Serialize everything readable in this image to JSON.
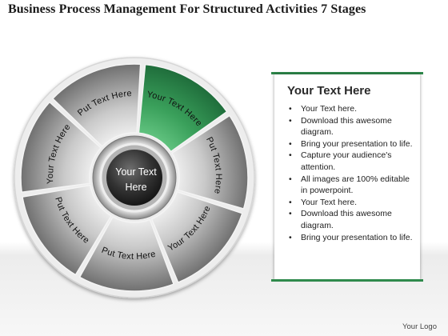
{
  "title": "Business Process Management For Structured Activities 7 Stages",
  "diagram": {
    "center_label": [
      "Your Text",
      "Here"
    ],
    "highlight_color": "#2e8b4a",
    "segments": [
      {
        "label": "Put Text Here",
        "highlighted": false
      },
      {
        "label": "Your Text Here",
        "highlighted": false
      },
      {
        "label": "Put Text Here",
        "highlighted": false
      },
      {
        "label": "Your Text Here",
        "highlighted": true
      },
      {
        "label": "Put Text Here",
        "highlighted": false
      },
      {
        "label": "Your Text Here",
        "highlighted": false
      },
      {
        "label": "Put Text Here",
        "highlighted": false
      }
    ]
  },
  "panel": {
    "heading": "Your Text Here",
    "accent_color": "#2f8a4c",
    "bullets": [
      "Your Text here.",
      "Download this awesome diagram.",
      "Bring your presentation to life.",
      "Capture your audience's attention.",
      "All images are 100% editable in powerpoint.",
      "Your Text here.",
      "Download this awesome diagram.",
      "Bring your presentation to life."
    ]
  },
  "footer": {
    "logo_text": "Your Logo"
  }
}
